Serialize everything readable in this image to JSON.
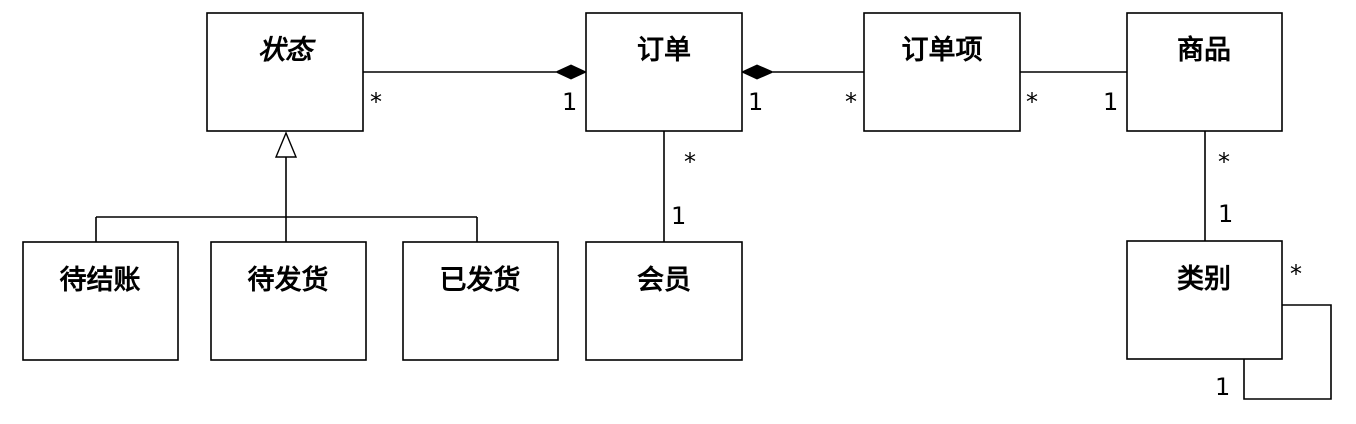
{
  "classes": {
    "status": "状态",
    "order": "订单",
    "order_item": "订单项",
    "product": "商品",
    "pending_checkout": "待结账",
    "pending_shipment": "待发货",
    "shipped": "已发货",
    "member": "会员",
    "category": "类别"
  },
  "multiplicities": {
    "status_order_status_end": "*",
    "status_order_order_end": "1",
    "order_orderitem_order_end": "1",
    "order_orderitem_item_end": "*",
    "orderitem_product_item_end": "*",
    "orderitem_product_product_end": "1",
    "order_member_order_end": "*",
    "order_member_member_end": "1",
    "product_category_product_end": "*",
    "product_category_category_end": "1",
    "category_self_many": "*",
    "category_self_one": "1"
  }
}
